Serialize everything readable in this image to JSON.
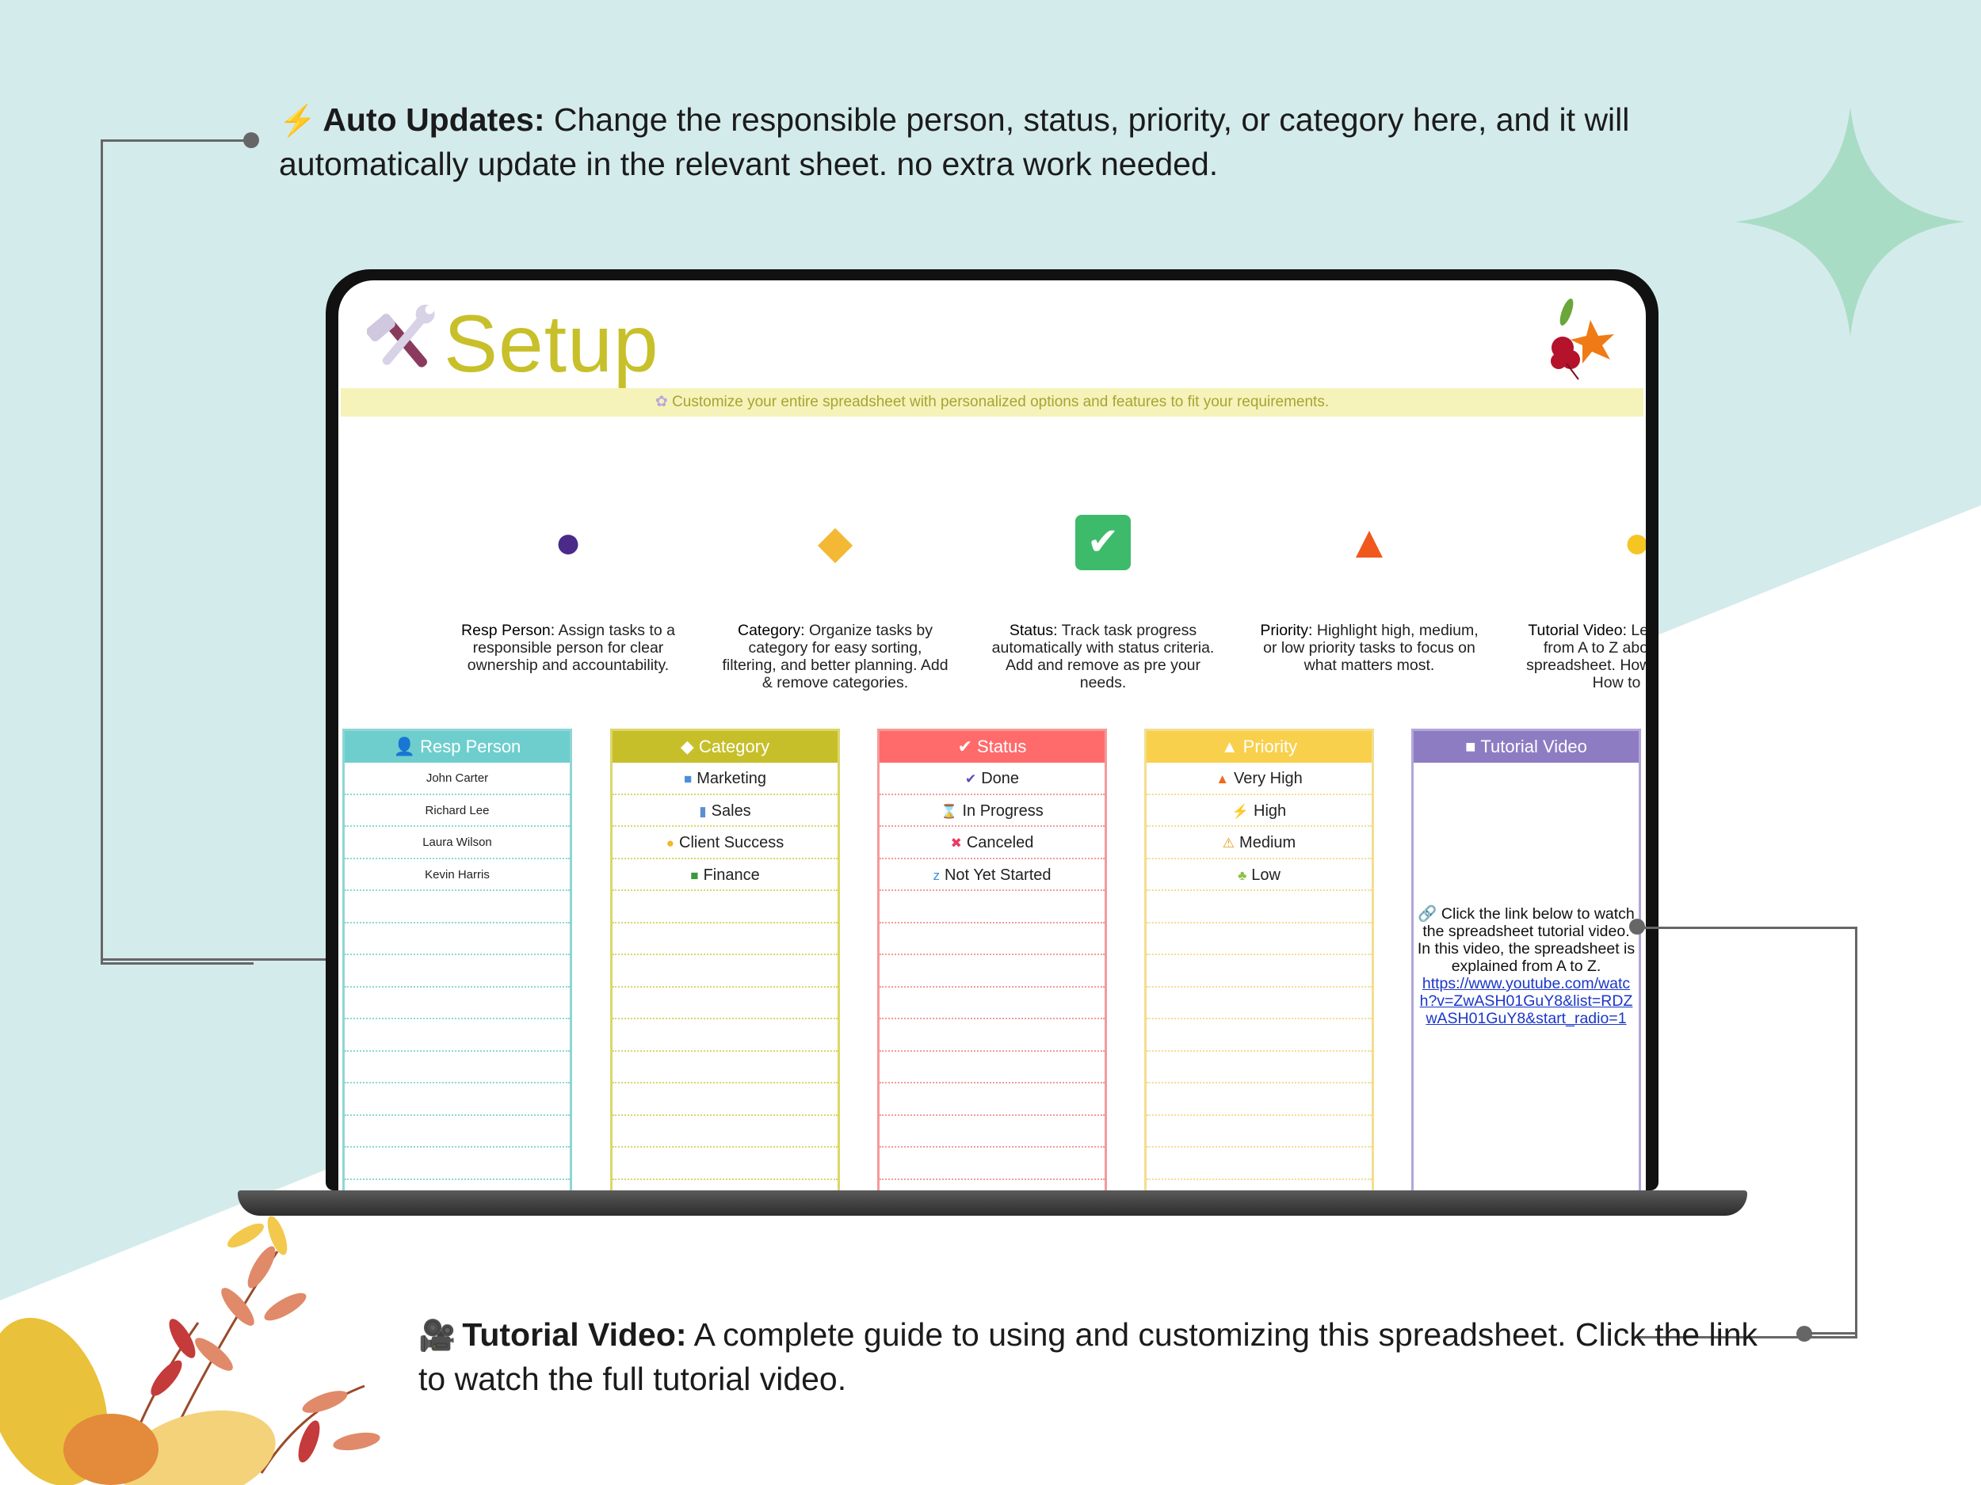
{
  "annotations": {
    "top": {
      "icon": "⚡",
      "bold": "Auto Updates:",
      "text": " Change the responsible person, status, priority, or category here, and it will",
      "line2": "automatically update in the relevant sheet. no extra work needed."
    },
    "bottom": {
      "icon": "🎥",
      "bold": "Tutorial Video:",
      "text": " A complete guide to using and customizing this spreadsheet. Click the link",
      "line2": "to watch the full tutorial video."
    }
  },
  "sheet": {
    "title": "Setup",
    "banner": "Customize your entire spreadsheet with personalized options and features to fit your requirements.",
    "features": [
      {
        "icon": "person-icon",
        "label": "Resp Person:",
        "text": " Assign tasks to a responsible person for clear ownership and accountability."
      },
      {
        "icon": "tag-icon",
        "label": "Category:",
        "text": " Organize tasks by category for easy sorting, filtering, and better planning. Add & remove categories."
      },
      {
        "icon": "check-box-icon",
        "label": "Status:",
        "text": " Track task progress automatically with status criteria. Add and remove as pre your needs."
      },
      {
        "icon": "fire-icon",
        "label": "Priority:",
        "text": " Highlight high, medium, or low priority tasks to focus on what matters most."
      },
      {
        "icon": "lightbulb-icon",
        "label": "Tutorial Video:",
        "text": " Learn everything from A to Z about using this spreadsheet. How to Modify and How to use it"
      }
    ],
    "columns": [
      {
        "key": "resp-person",
        "header": "Resp Person",
        "header_icon": "👤",
        "color": "#6ecece",
        "line": "#8fd6d6",
        "items": [
          {
            "label": "John Carter"
          },
          {
            "label": "Richard Lee"
          },
          {
            "label": "Laura Wilson"
          },
          {
            "label": "Kevin Harris"
          }
        ]
      },
      {
        "key": "category",
        "header": "Category",
        "header_icon": "◆",
        "color": "#c6bf2a",
        "line": "#dcd66a",
        "items": [
          {
            "label": "Marketing",
            "icon": "■",
            "icon_color": "#4a90d9"
          },
          {
            "label": "Sales",
            "icon": "▮",
            "icon_color": "#5b8fd0"
          },
          {
            "label": "Client Success",
            "icon": "●",
            "icon_color": "#f2b926"
          },
          {
            "label": "Finance",
            "icon": "■",
            "icon_color": "#3a9a3a"
          }
        ]
      },
      {
        "key": "status",
        "header": "Status",
        "header_icon": "✔",
        "color": "#ff6b6b",
        "line": "#f59a9a",
        "items": [
          {
            "label": "Done",
            "icon": "✔",
            "icon_color": "#5b4db5"
          },
          {
            "label": "In Progress",
            "icon": "⌛",
            "icon_color": "#c9a464"
          },
          {
            "label": "Canceled",
            "icon": "✖",
            "icon_color": "#e83b64"
          },
          {
            "label": "Not Yet Started",
            "icon": "z",
            "icon_color": "#3b8fe0"
          }
        ]
      },
      {
        "key": "priority",
        "header": "Priority",
        "header_icon": "▲",
        "color": "#f9d04c",
        "line": "#f3de8d",
        "items": [
          {
            "label": "Very High",
            "icon": "▲",
            "icon_color": "#f06a1d"
          },
          {
            "label": "High",
            "icon": "⚡",
            "icon_color": "#f06a1d"
          },
          {
            "label": "Medium",
            "icon": "⚠",
            "icon_color": "#e39b17"
          },
          {
            "label": "Low",
            "icon": "♣",
            "icon_color": "#8bbf4a"
          }
        ]
      },
      {
        "key": "tutorial-video",
        "header": "Tutorial Video",
        "header_icon": "■",
        "color": "#8e7cc3",
        "line": "#b2a6d9",
        "items": []
      }
    ],
    "tutorial": {
      "text": "Click the link below to watch the spreadsheet tutorial video.",
      "text2": "In this video, the spreadsheet is explained from A to Z.",
      "link": "https://www.youtube.com/watch?v=ZwASH01GuY8&list=RDZwASH01GuY8&start_radio=1"
    }
  }
}
